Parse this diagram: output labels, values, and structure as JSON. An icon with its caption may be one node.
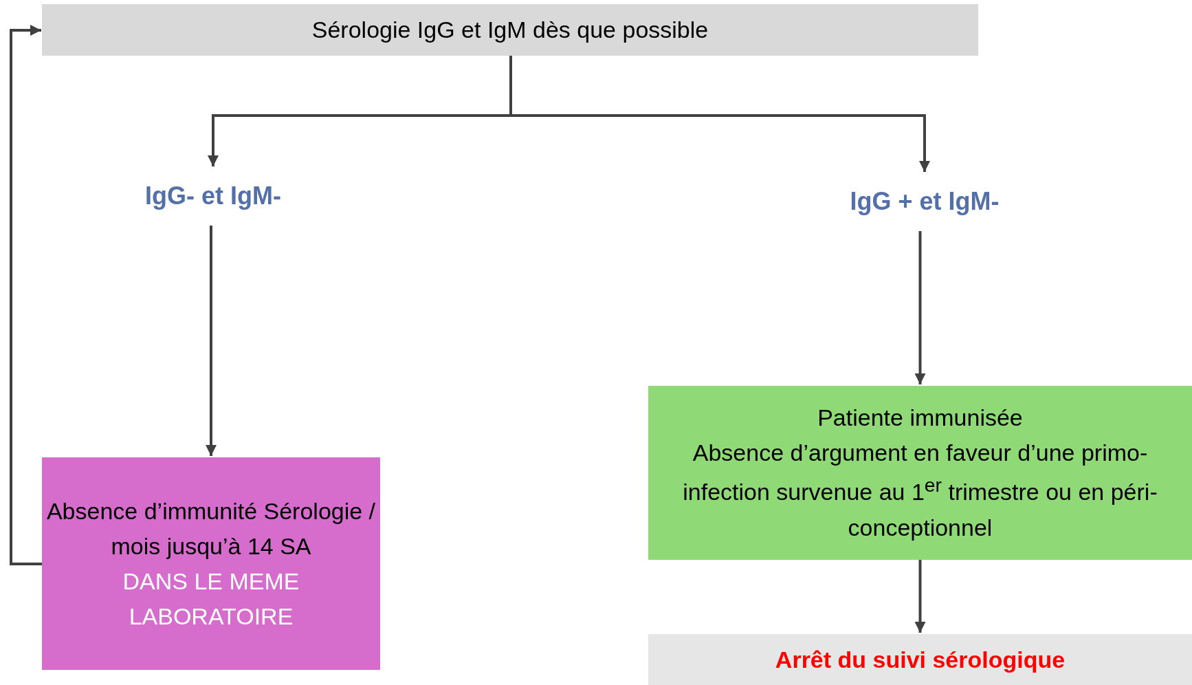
{
  "diagram": {
    "nodes": [
      {
        "text": [
          "Sérologie IgG et IgM dès que possible"
        ]
      },
      {
        "text": [
          "IgG- et IgM-"
        ]
      },
      {
        "text": [
          "IgG + et IgM-"
        ]
      },
      {
        "text": [
          "Absence d’immunité Sérologie / mois jusqu’à 14 SA",
          "DANS LE MEME LABORATOIRE"
        ]
      },
      {
        "text": [
          "Patiente immunisée",
          "Absence d’argument en faveur d’une primo-infection survenue au 1$^{er}$ trimestre ou en péri-conceptionnel"
        ]
      },
      {
        "text": [
          "Arrêt du suivi sérologique"
        ]
      }
    ],
    "edges": [
      {
        "from": 0,
        "to": 1,
        "arrow": "to"
      },
      {
        "from": 0,
        "to": 2,
        "arrow": "to"
      },
      {
        "from": 1,
        "to": 3,
        "arrow": "to"
      },
      {
        "from": 2,
        "to": 4,
        "arrow": "to"
      },
      {
        "from": 4,
        "to": 5,
        "arrow": "to"
      },
      {
        "from": 3,
        "to": 0,
        "arrow": "to"
      }
    ]
  }
}
